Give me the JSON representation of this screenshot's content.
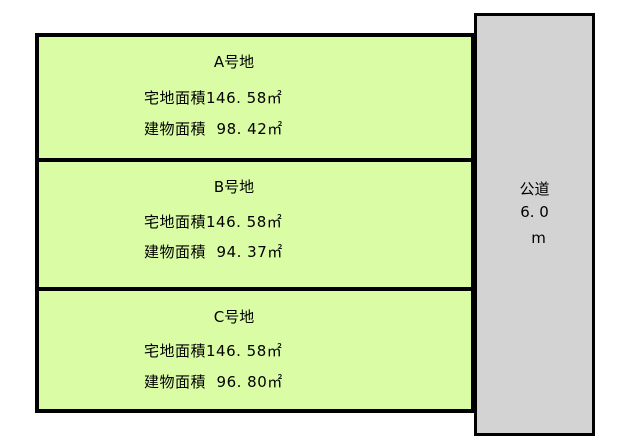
{
  "colors": {
    "lot_fill": "#d9fca4",
    "road_fill": "#d3d3d3",
    "border": "#000000"
  },
  "lots": [
    {
      "title": "A号地",
      "land_area": "宅地面積146. 58㎡",
      "building_area": "建物面積  98. 42㎡"
    },
    {
      "title": "B号地",
      "land_area": "宅地面積146. 58㎡",
      "building_area": "建物面積  94. 37㎡"
    },
    {
      "title": "C号地",
      "land_area": "宅地面積146. 58㎡",
      "building_area": "建物面積  96. 80㎡"
    }
  ],
  "road": {
    "label": "公道",
    "width": "6. 0",
    "unit": "m"
  }
}
